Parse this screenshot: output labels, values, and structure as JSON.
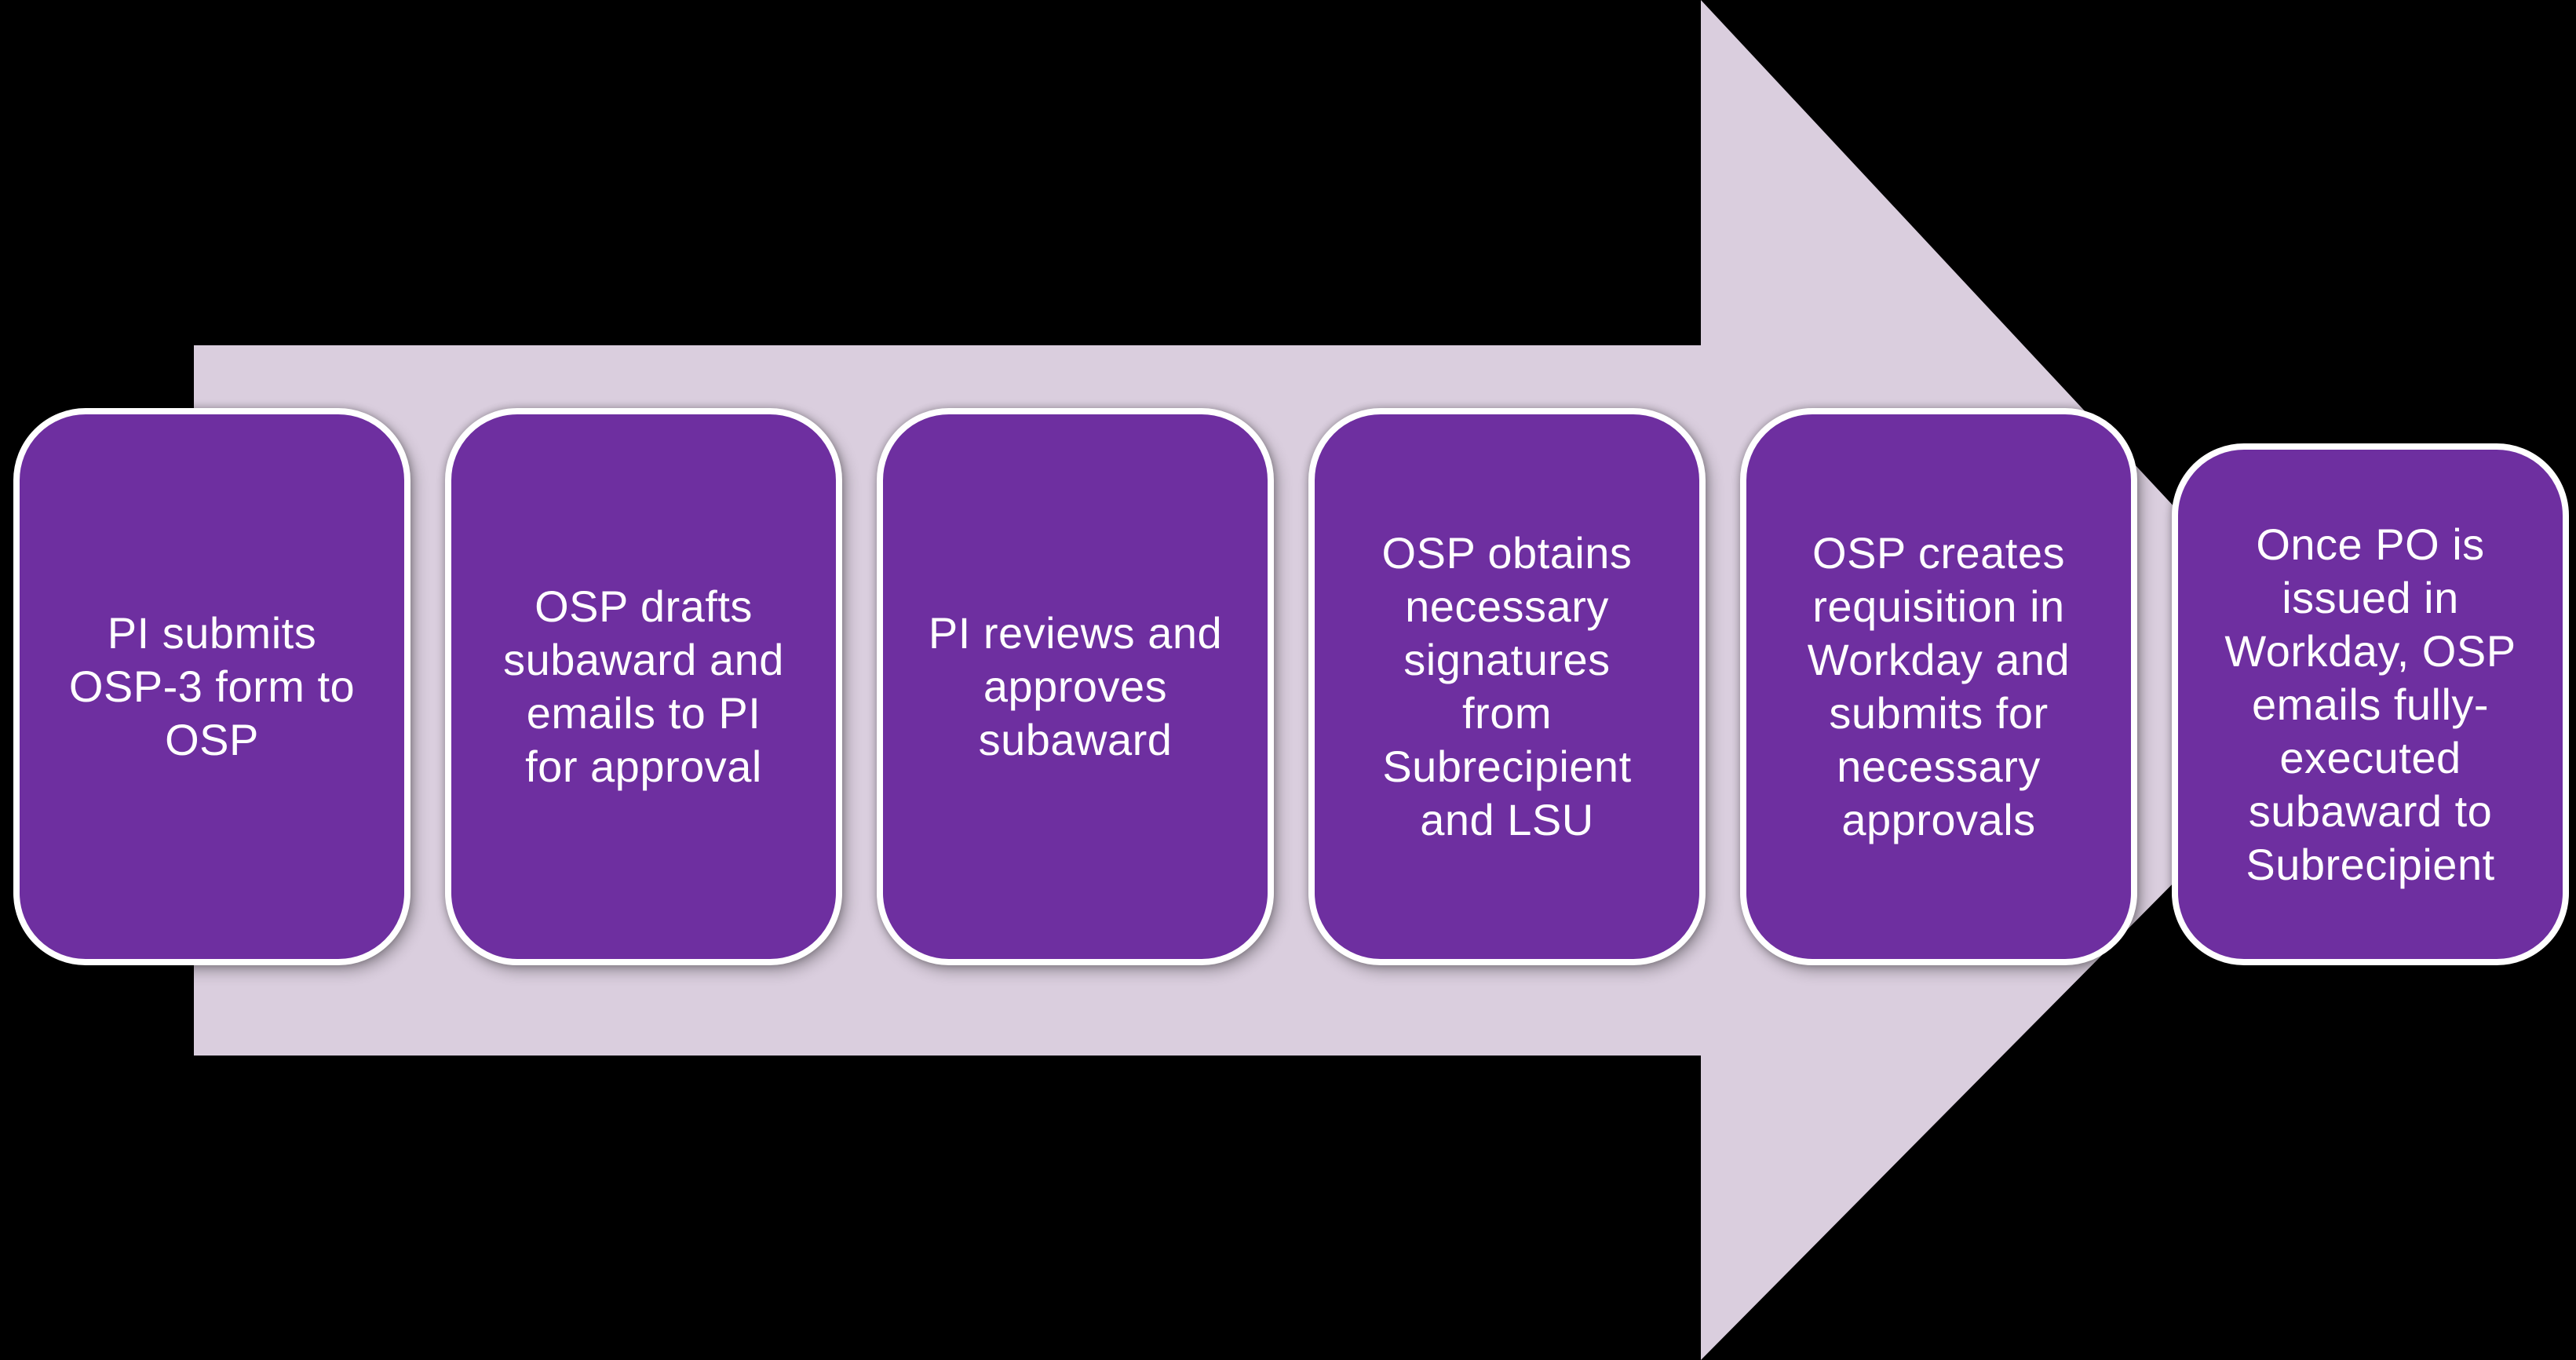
{
  "diagram": {
    "type": "horizontal-process-arrow",
    "colors": {
      "background": "#000000",
      "arrow_fill": "#DACEDE",
      "step_fill": "#6E2FA0",
      "step_border": "#FFFFFF",
      "step_text": "#FFFFFF"
    },
    "steps": [
      {
        "id": 1,
        "text": "PI submits\nOSP-3 form to\nOSP"
      },
      {
        "id": 2,
        "text": "OSP drafts\nsubaward and\nemails to PI\nfor approval"
      },
      {
        "id": 3,
        "text": "PI reviews and\napproves\nsubaward"
      },
      {
        "id": 4,
        "text": "OSP obtains\nnecessary\nsignatures\nfrom\nSubrecipient\nand LSU"
      },
      {
        "id": 5,
        "text": "OSP creates\nrequisition in\nWorkday and\nsubmits for\nnecessary\napprovals"
      },
      {
        "id": 6,
        "text": "Once PO is\nissued in\nWorkday, OSP\nemails fully-\nexecuted\nsubaward to\nSubrecipient"
      }
    ]
  }
}
